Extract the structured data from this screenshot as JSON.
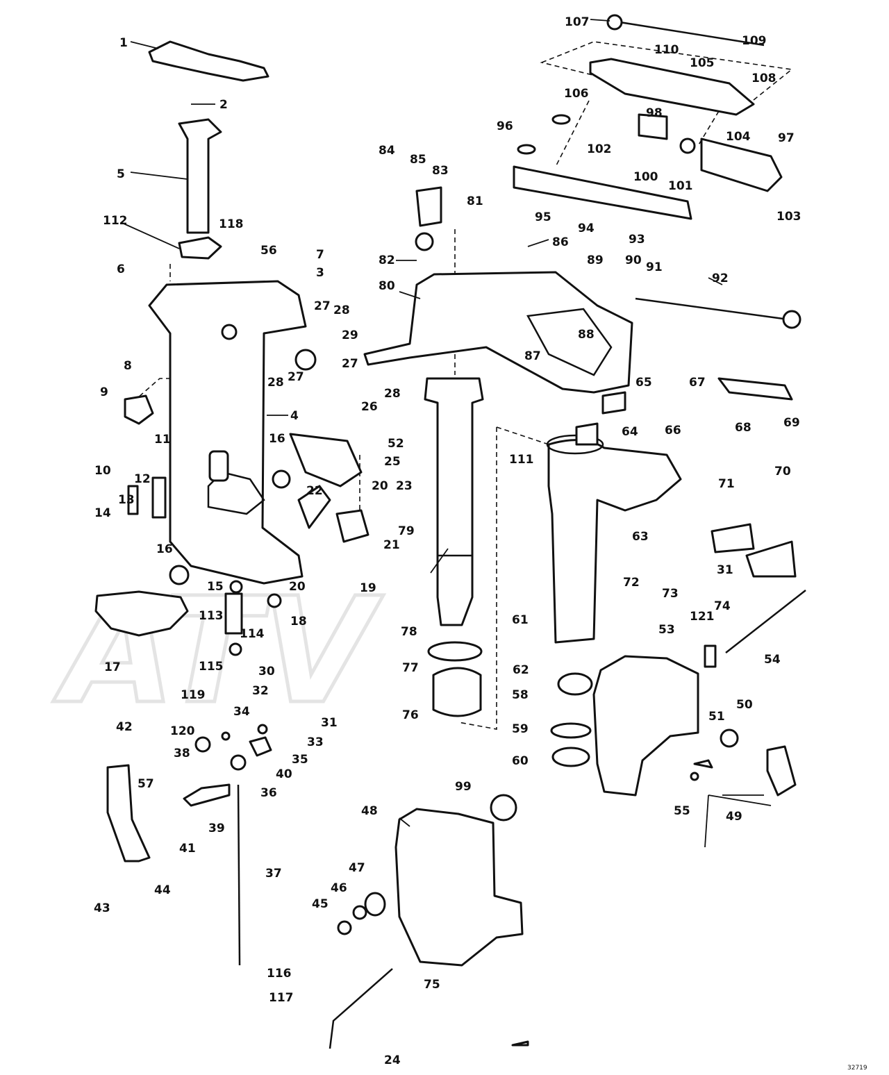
{
  "watermark": "ATV",
  "figure_number": "32719",
  "callouts": [
    "1",
    "2",
    "3",
    "4",
    "5",
    "6",
    "7",
    "8",
    "9",
    "10",
    "11",
    "12",
    "13",
    "14",
    "15",
    "16",
    "16",
    "17",
    "18",
    "19",
    "20",
    "20",
    "21",
    "22",
    "23",
    "24",
    "25",
    "26",
    "27",
    "27",
    "27",
    "28",
    "28",
    "28",
    "29",
    "30",
    "31",
    "31",
    "32",
    "33",
    "34",
    "35",
    "36",
    "37",
    "38",
    "39",
    "40",
    "41",
    "42",
    "43",
    "44",
    "45",
    "46",
    "47",
    "48",
    "49",
    "50",
    "51",
    "52",
    "53",
    "54",
    "55",
    "56",
    "57",
    "58",
    "59",
    "60",
    "61",
    "62",
    "63",
    "64",
    "65",
    "66",
    "67",
    "68",
    "69",
    "70",
    "71",
    "72",
    "73",
    "74",
    "75",
    "76",
    "77",
    "78",
    "79",
    "80",
    "81",
    "82",
    "83",
    "84",
    "85",
    "86",
    "87",
    "88",
    "89",
    "90",
    "91",
    "92",
    "93",
    "94",
    "95",
    "96",
    "97",
    "98",
    "99",
    "100",
    "101",
    "102",
    "103",
    "104",
    "105",
    "106",
    "107",
    "108",
    "109",
    "110",
    "111",
    "112",
    "113",
    "114",
    "115",
    "116",
    "117",
    "118",
    "119",
    "120",
    "121"
  ]
}
